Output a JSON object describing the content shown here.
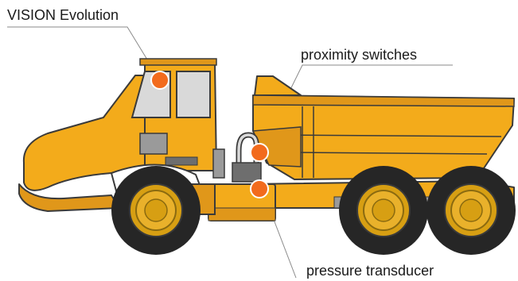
{
  "labels": {
    "vision": "VISION Evolution",
    "proximity": "proximity switches",
    "pressure": "pressure transducer"
  },
  "colors": {
    "body_yellow": "#f3ab1b",
    "body_dark_yellow": "#e0971a",
    "outline": "#3a3a3a",
    "grey": "#9a9a9a",
    "dark_grey": "#6e6e6e",
    "tire_black": "#262626",
    "rim_gold": "#d79f13",
    "marker_orange": "#f26b1d",
    "window": "#d9d9d9",
    "leader_line": "#8a8a8a"
  },
  "icons": [
    "articulated-dump-truck",
    "sensor-marker"
  ]
}
